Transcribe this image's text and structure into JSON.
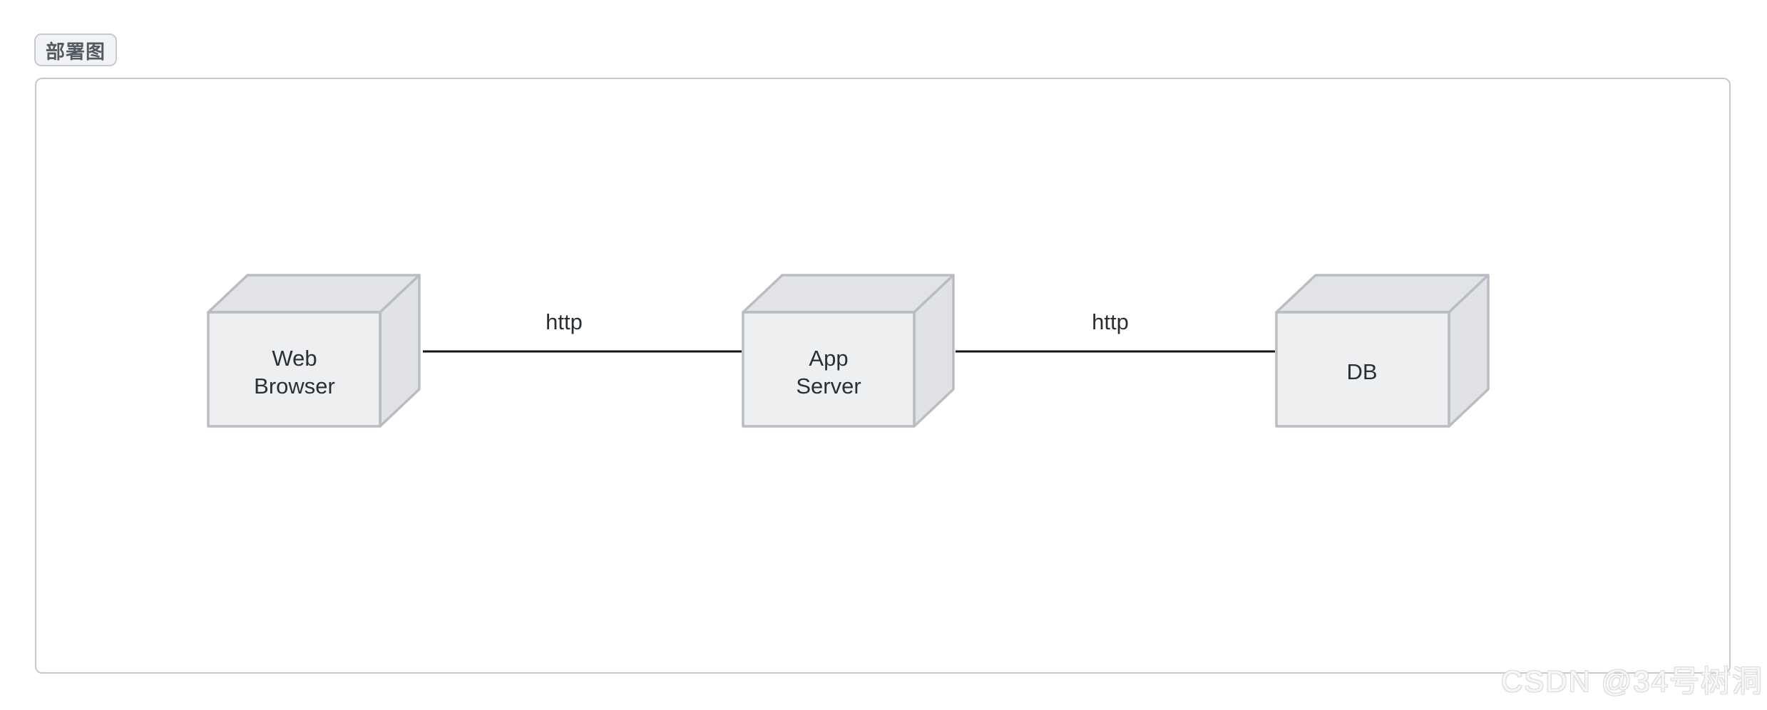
{
  "badge": {
    "label": "部署图"
  },
  "watermark": {
    "text": "CSDN @34号树洞"
  },
  "diagram": {
    "type": "deployment-diagram",
    "nodes": [
      {
        "id": "web-browser",
        "label": "Web Browser",
        "lines": [
          "Web",
          "Browser"
        ]
      },
      {
        "id": "app-server",
        "label": "App Server",
        "lines": [
          "App",
          "Server"
        ]
      },
      {
        "id": "db",
        "label": "DB",
        "lines": [
          "DB"
        ]
      }
    ],
    "edges": [
      {
        "from": "web-browser",
        "to": "app-server",
        "label": "http"
      },
      {
        "from": "app-server",
        "to": "db",
        "label": "http"
      }
    ],
    "colors": {
      "node_front": "#eeeff1",
      "node_top": "#e2e3e6",
      "node_side": "#e1e2e5",
      "node_border": "#b9bcc2",
      "edge": "#141414",
      "text": "#2a2f36",
      "canvas_border": "#c5c9ce",
      "badge_border": "#c7cacf",
      "badge_bg": "#f2f3f5",
      "badge_text": "#555b63",
      "watermark": "#e5e5e5"
    }
  }
}
